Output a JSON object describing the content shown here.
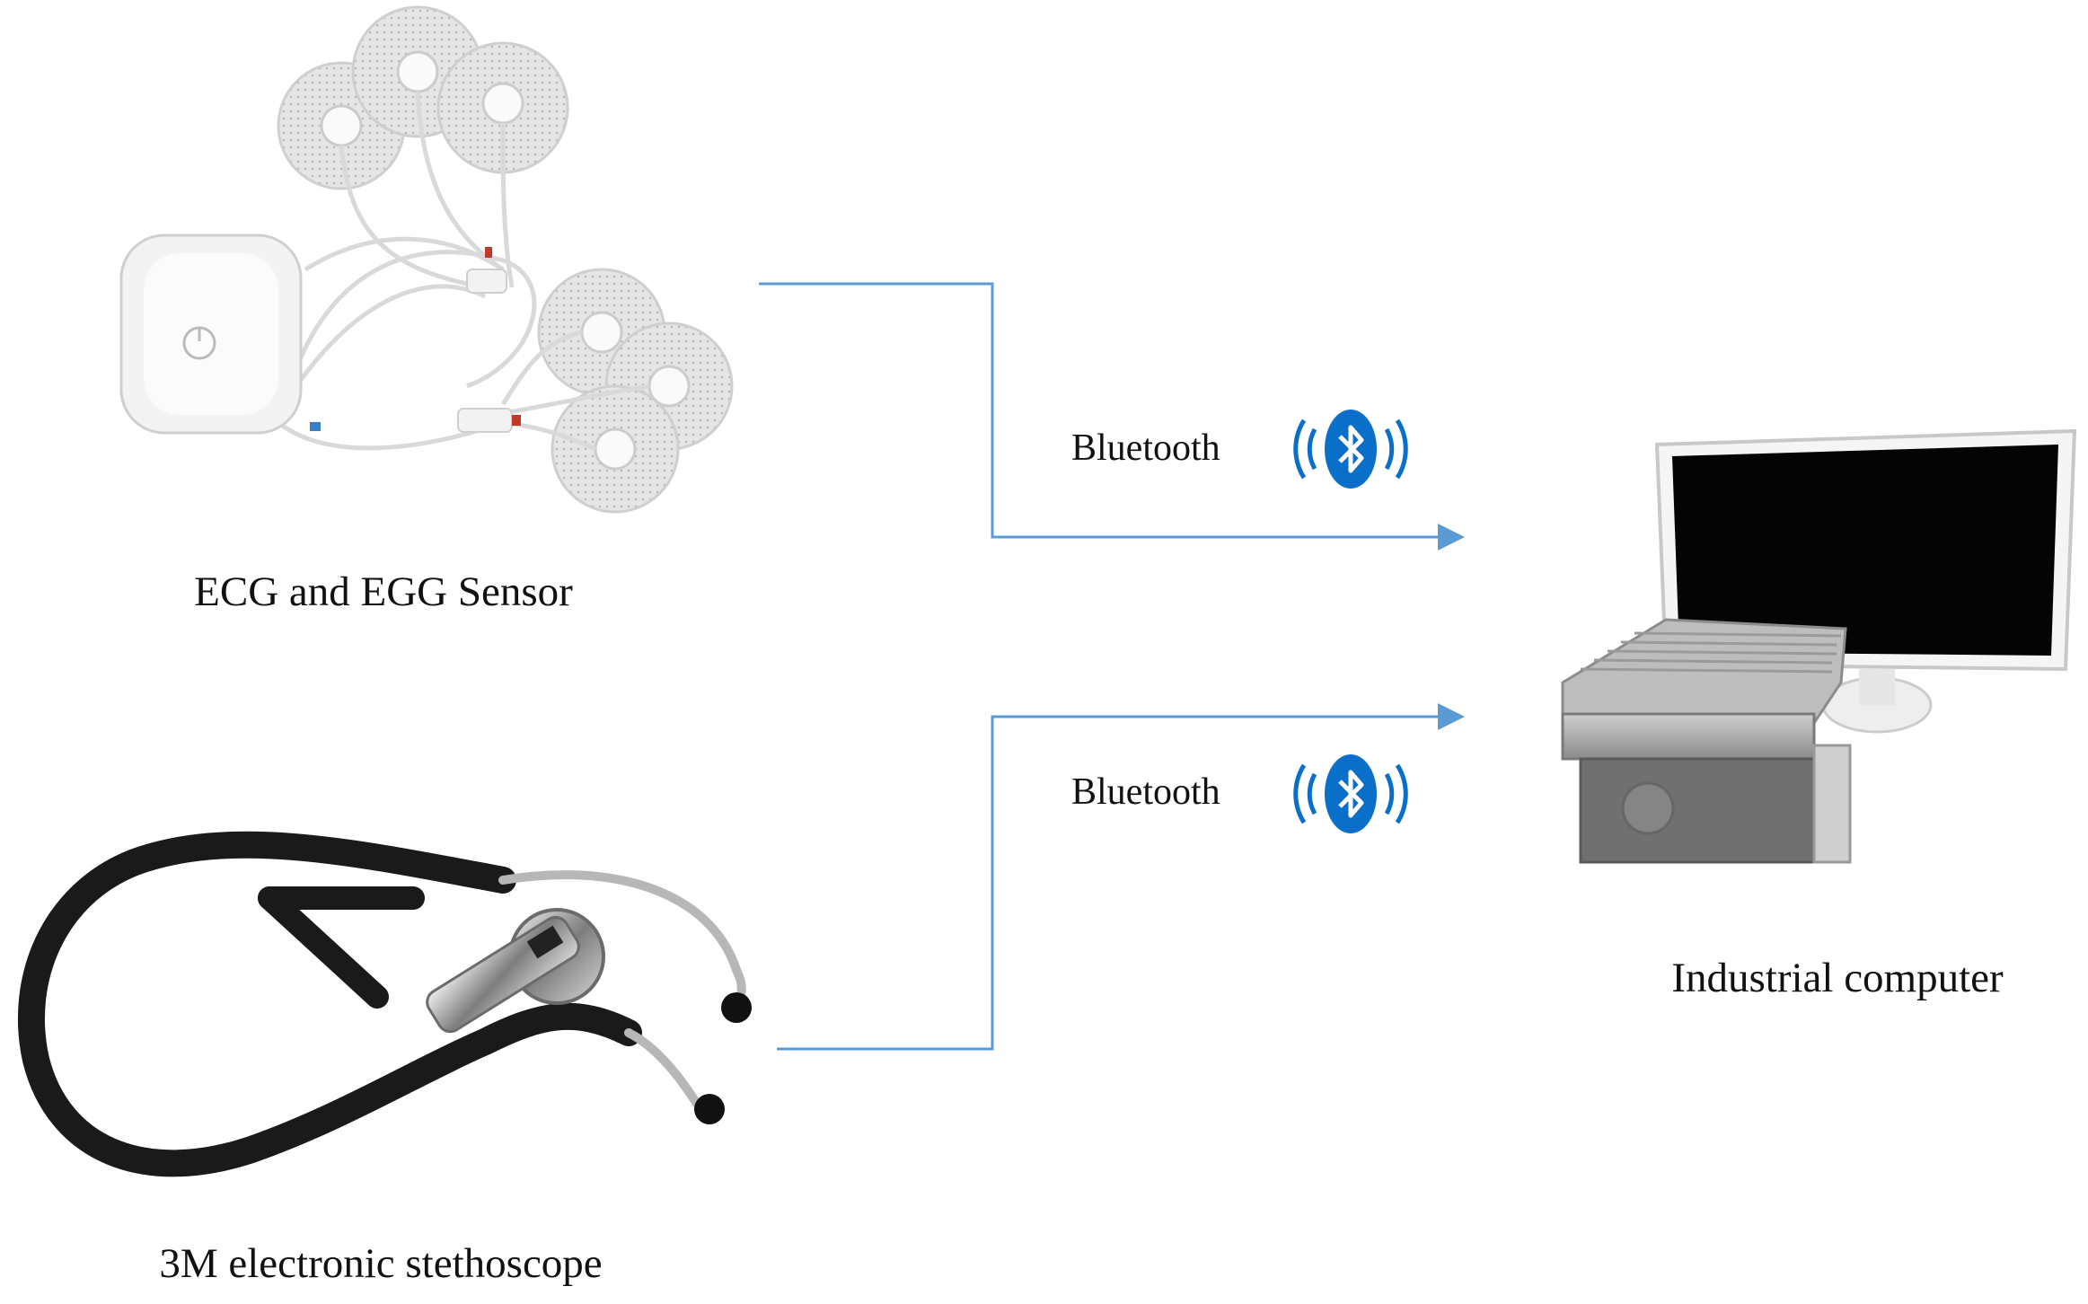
{
  "devices": {
    "ecg_sensor": {
      "label": "ECG and EGG Sensor"
    },
    "stethoscope": {
      "label": "3M electronic stethoscope"
    },
    "computer": {
      "label": "Industrial computer"
    }
  },
  "links": [
    {
      "label": "Bluetooth",
      "icon": "bluetooth-icon"
    },
    {
      "label": "Bluetooth",
      "icon": "bluetooth-icon"
    }
  ],
  "colors": {
    "connector": "#5b9bd5",
    "bluetooth_blue": "#0a6fc9"
  }
}
